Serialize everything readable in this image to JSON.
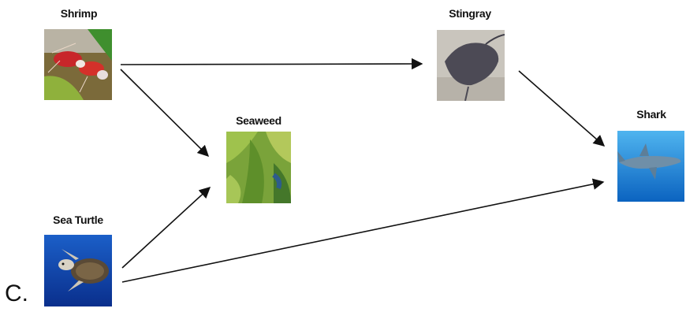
{
  "option_letter": "C.",
  "nodes": {
    "shrimp": {
      "label": "Shrimp",
      "icon": "shrimp-icon"
    },
    "stingray": {
      "label": "Stingray",
      "icon": "stingray-icon"
    },
    "seaweed": {
      "label": "Seaweed",
      "icon": "seaweed-icon"
    },
    "shark": {
      "label": "Shark",
      "icon": "shark-icon"
    },
    "sea_turtle": {
      "label": "Sea Turtle",
      "icon": "sea-turtle-icon"
    }
  },
  "edges": [
    {
      "from": "Shrimp",
      "to": "Stingray"
    },
    {
      "from": "Shrimp",
      "to": "Seaweed"
    },
    {
      "from": "Stingray",
      "to": "Shark"
    },
    {
      "from": "Sea Turtle",
      "to": "Seaweed"
    },
    {
      "from": "Sea Turtle",
      "to": "Shark"
    }
  ]
}
